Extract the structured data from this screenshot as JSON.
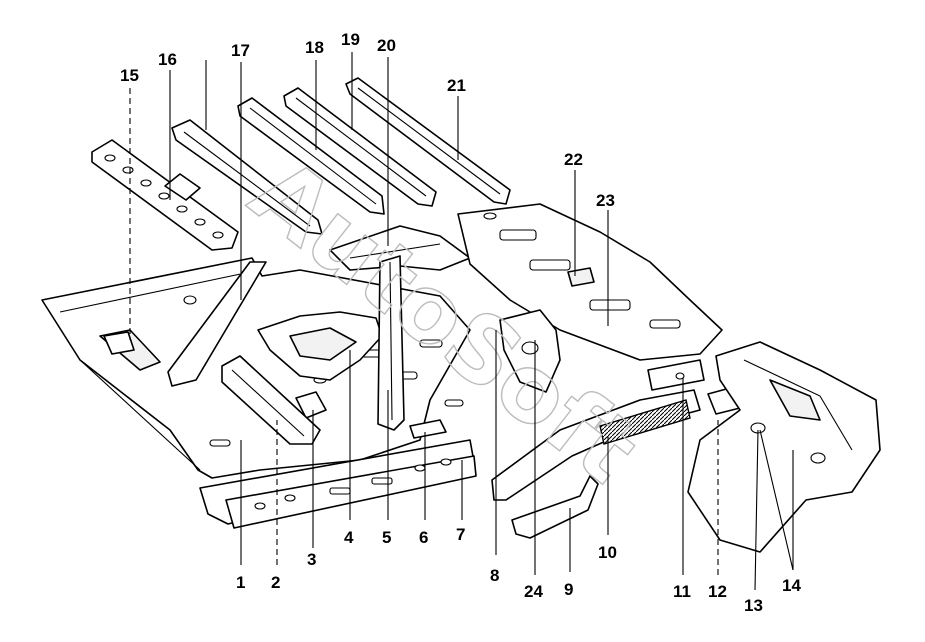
{
  "watermark": "AutoSoft",
  "callouts": [
    {
      "n": "1"
    },
    {
      "n": "2"
    },
    {
      "n": "3"
    },
    {
      "n": "4"
    },
    {
      "n": "5"
    },
    {
      "n": "6"
    },
    {
      "n": "7"
    },
    {
      "n": "8"
    },
    {
      "n": "9"
    },
    {
      "n": "10"
    },
    {
      "n": "11"
    },
    {
      "n": "12"
    },
    {
      "n": "13"
    },
    {
      "n": "14"
    },
    {
      "n": "15"
    },
    {
      "n": "16"
    },
    {
      "n": "17"
    },
    {
      "n": "18"
    },
    {
      "n": "19"
    },
    {
      "n": "20"
    },
    {
      "n": "21"
    },
    {
      "n": "22"
    },
    {
      "n": "23"
    },
    {
      "n": "24"
    }
  ]
}
